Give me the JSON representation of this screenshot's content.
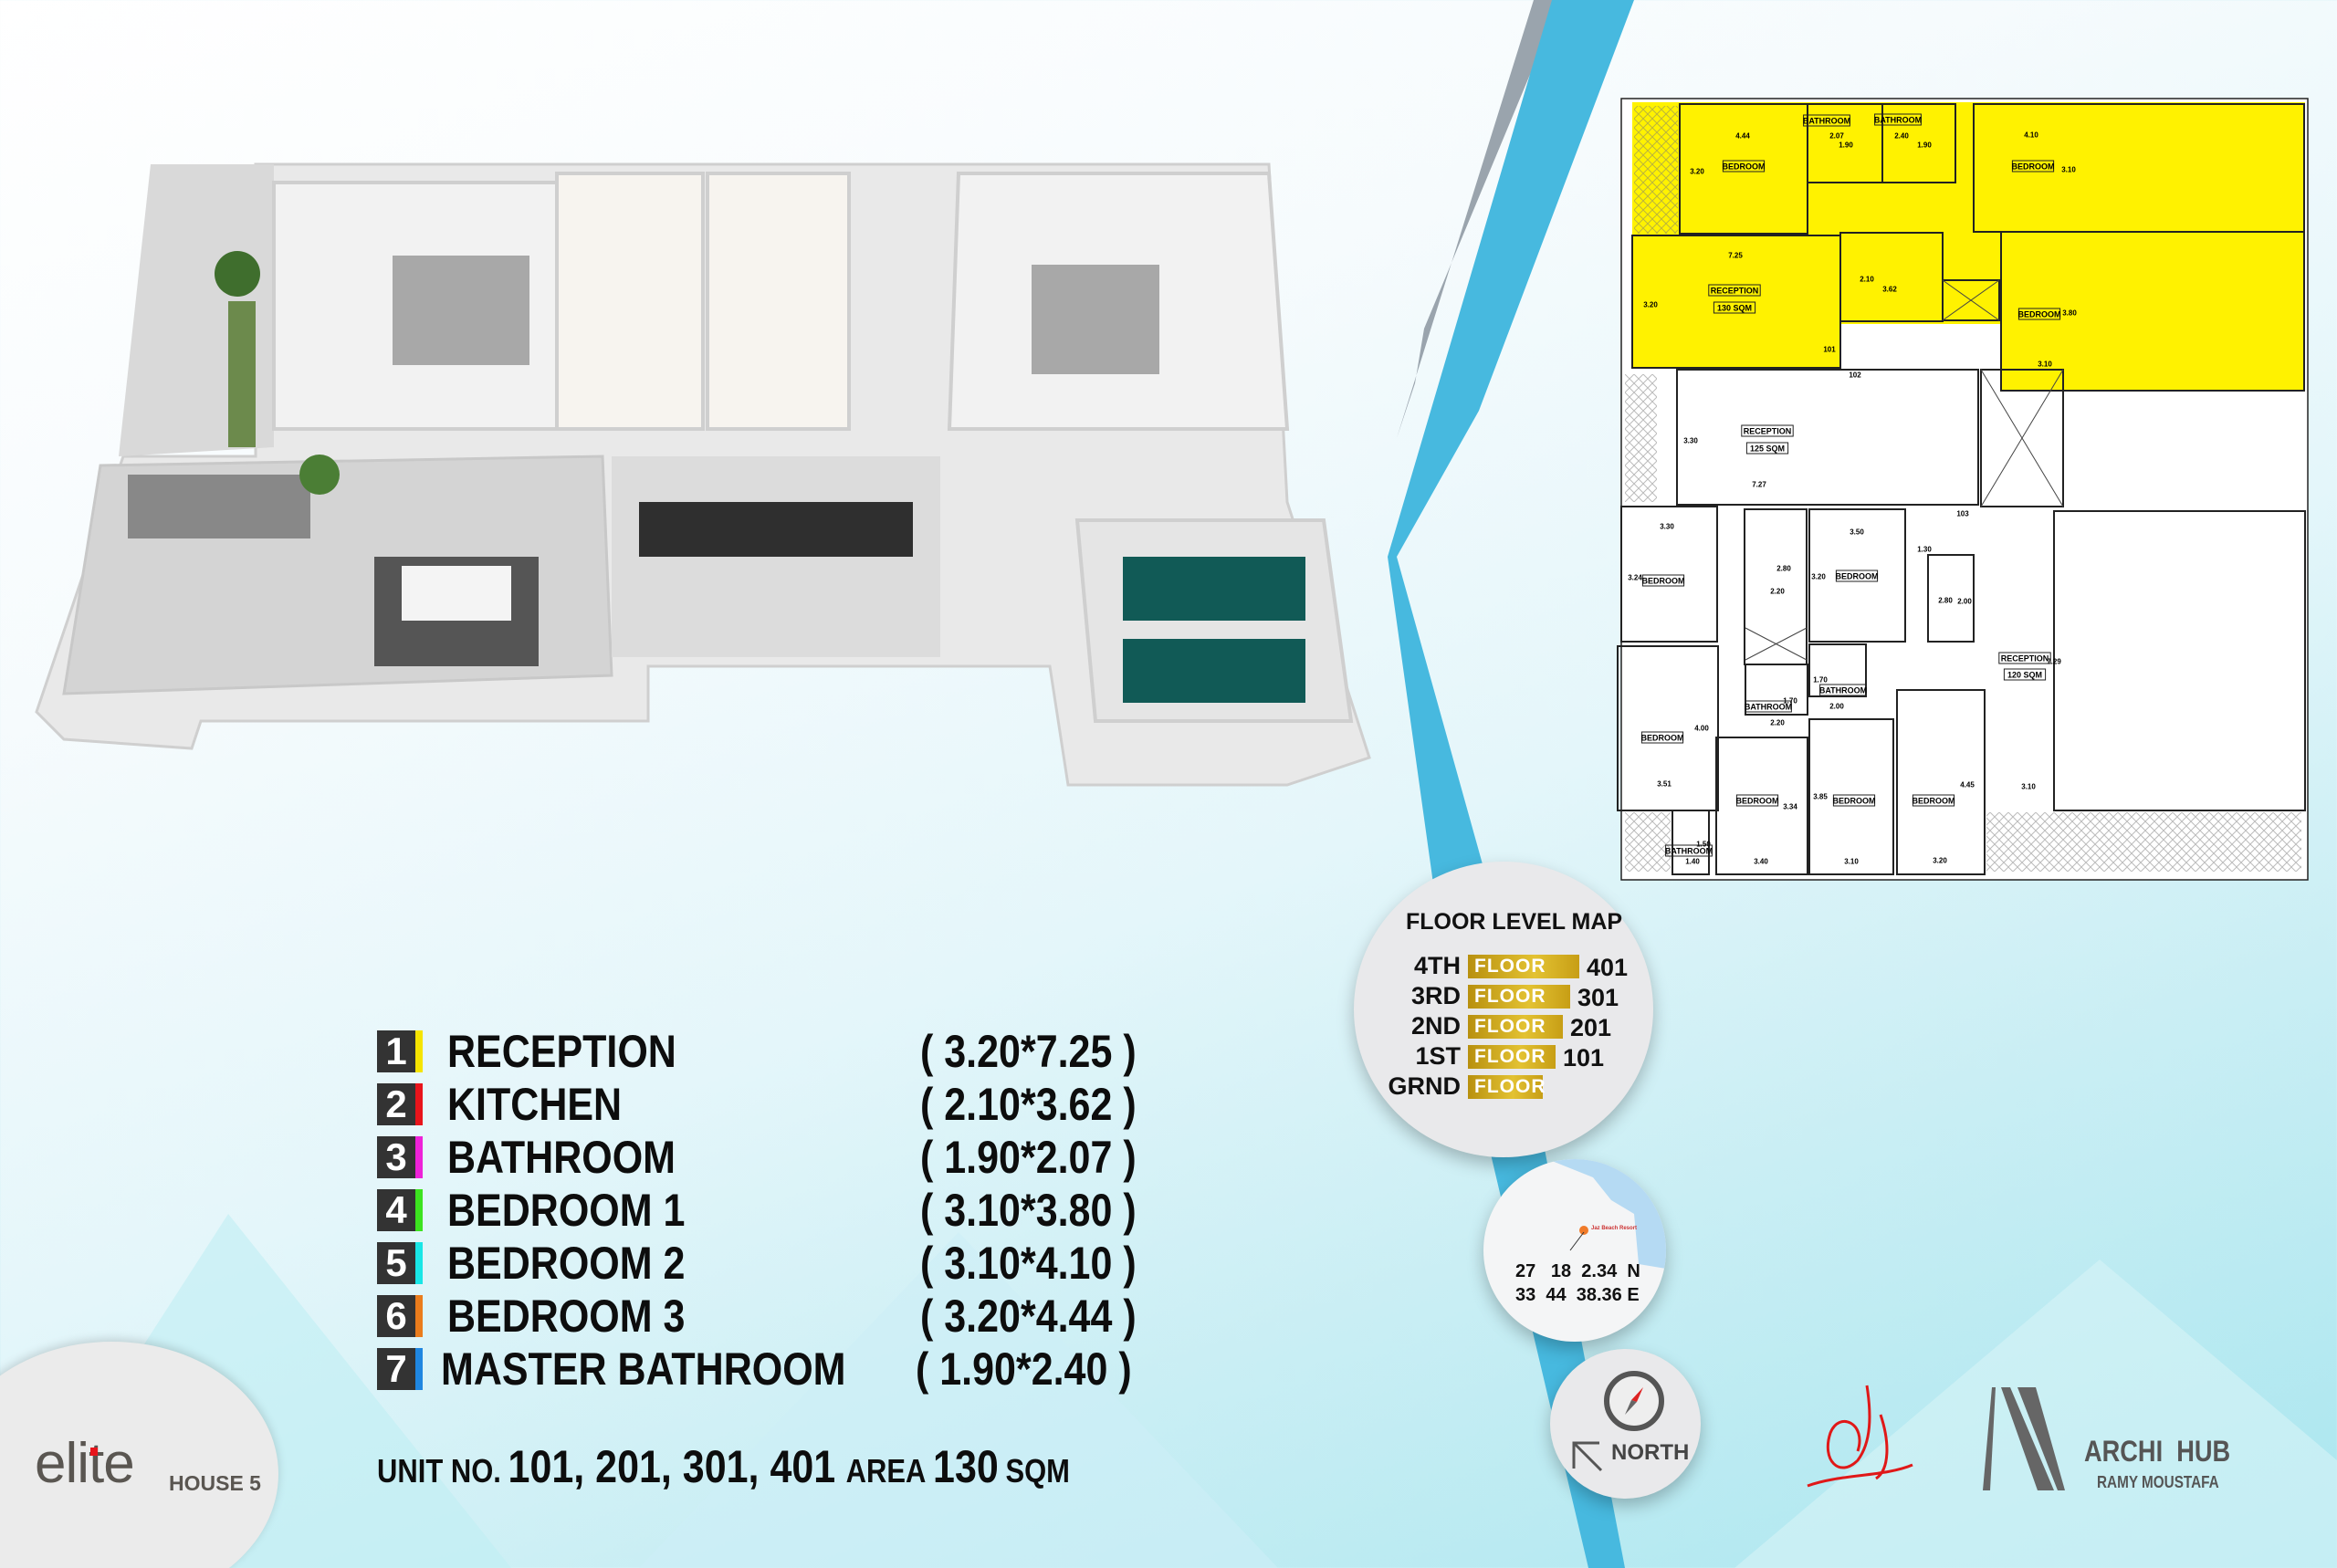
{
  "rooms": [
    {
      "no": "1",
      "name": "RECEPTION",
      "dim": "( 3.20*7.25 )",
      "color": "#f5e400"
    },
    {
      "no": "2",
      "name": "KITCHEN",
      "dim": "( 2.10*3.62 )",
      "color": "#e8141b"
    },
    {
      "no": "3",
      "name": "BATHROOM",
      "dim": "( 1.90*2.07 )",
      "color": "#ee22d8"
    },
    {
      "no": "4",
      "name": "BEDROOM 1",
      "dim": "( 3.10*3.80 )",
      "color": "#3ce31f"
    },
    {
      "no": "5",
      "name": "BEDROOM 2",
      "dim": "( 3.10*4.10 )",
      "color": "#19e6e6"
    },
    {
      "no": "6",
      "name": "BEDROOM 3",
      "dim": "( 3.20*4.44 )",
      "color": "#ea7c1c"
    },
    {
      "no": "7",
      "name": "MASTER BATHROOM",
      "dim": "( 1.90*2.40 )",
      "color": "#1f86e0"
    }
  ],
  "unit": {
    "unit_label": "UNIT NO.",
    "unit_numbers": "101, 201, 301, 401",
    "area_label": "AREA",
    "area_value": "130",
    "area_unit": "SQM"
  },
  "floor_map": {
    "title": "FLOOR LEVEL MAP",
    "floors": [
      {
        "level": "4TH",
        "label": "FLOOR",
        "unit": "401"
      },
      {
        "level": "3RD",
        "label": "FLOOR",
        "unit": "301"
      },
      {
        "level": "2ND",
        "label": "FLOOR",
        "unit": "201"
      },
      {
        "level": "1ST",
        "label": "FLOOR",
        "unit": "101"
      },
      {
        "level": "GRND",
        "label": "FLOOR",
        "unit": ""
      }
    ]
  },
  "location": {
    "lat": [
      "27",
      "18",
      "2.34",
      "N"
    ],
    "lon": [
      "33",
      "44",
      "38.36",
      "E"
    ],
    "pin_label": "Jaz Beach Resort"
  },
  "compass": {
    "label": "NORTH"
  },
  "brand": {
    "name": "elite",
    "sub": "HOUSE 5"
  },
  "architect": {
    "name": "ARCHI  HUB",
    "person": "RAMY MOUSTAFA"
  },
  "plan": {
    "highlight_color": "#fff200",
    "labels": [
      "BATHROOM",
      "BATHROOM",
      "BEDROOM",
      "BEDROOM",
      "BEDROOM",
      "RECEPTION",
      "130 SQM",
      "4.44",
      "2.07",
      "2.40",
      "4.10",
      "1.90",
      "1.90",
      "3.20",
      "3.10",
      "7.25",
      "2.10",
      "3.62",
      "3.20",
      "3.80",
      "3.10",
      "101",
      "102",
      "RECEPTION",
      "125 SQM",
      "3.30",
      "7.27",
      "3.30",
      "3.24",
      "BEDROOM",
      "2.80",
      "2.20",
      "3.50",
      "3.20",
      "BEDROOM",
      "1.30",
      "2.80",
      "2.00",
      "103",
      "RECEPTION",
      "120 SQM",
      "7.29",
      "1.70",
      "BATHROOM",
      "2.00",
      "1.70",
      "BATHROOM",
      "2.20",
      "4.00",
      "BEDROOM",
      "3.51",
      "BEDROOM",
      "3.34",
      "3.85",
      "BEDROOM",
      "BEDROOM",
      "4.45",
      "3.10",
      "1.50",
      "BATHROOM",
      "1.40",
      "3.40",
      "3.10",
      "3.20"
    ]
  }
}
